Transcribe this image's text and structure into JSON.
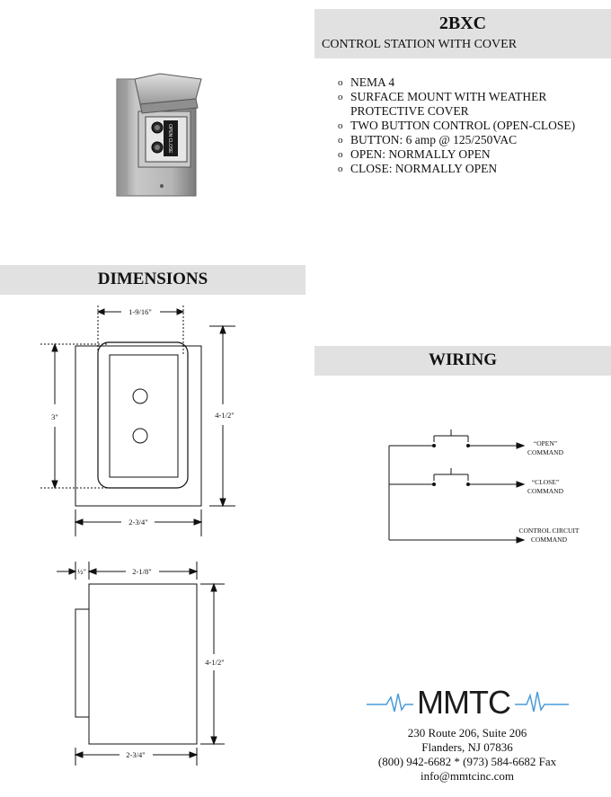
{
  "product": {
    "model": "2BXC",
    "subtitle": "CONTROL STATION WITH COVER"
  },
  "features": [
    "NEMA 4",
    "SURFACE MOUNT WITH WEATHER PROTECTIVE COVER",
    "TWO BUTTON CONTROL (OPEN-CLOSE)",
    "BUTTON:  6 amp @ 125/250VAC",
    "OPEN:  NORMALLY OPEN",
    "CLOSE:  NORMALLY OPEN"
  ],
  "sections": {
    "dimensions": "DIMENSIONS",
    "wiring": "WIRING"
  },
  "dimensions": {
    "front": {
      "button_spacing": "1-9/16\"",
      "height_overall": "4-1/2\"",
      "height_cover": "3\"",
      "width": "2-3/4\""
    },
    "side": {
      "cover_depth": "½\"",
      "depth": "2-1/8\"",
      "height": "4-1/2\"",
      "width": "2-3/4\""
    }
  },
  "wiring": {
    "open_quote": "“OPEN”",
    "open_command": "COMMAND",
    "close_quote": "“CLOSE”",
    "close_command": "COMMAND",
    "common_line1": "CONTROL CIRCUIT",
    "common_line2": "COMMAND"
  },
  "company": {
    "logo": "MMTC",
    "address_line1": "230 Route 206, Suite 206",
    "address_line2": "Flanders, NJ 07836",
    "phone": "(800) 942-6682 * (973) 584-6682 Fax",
    "email": "info@mmtcinc.com"
  },
  "colors": {
    "band": "#e1e1e1",
    "logo_pulse": "#4a9bd8"
  }
}
